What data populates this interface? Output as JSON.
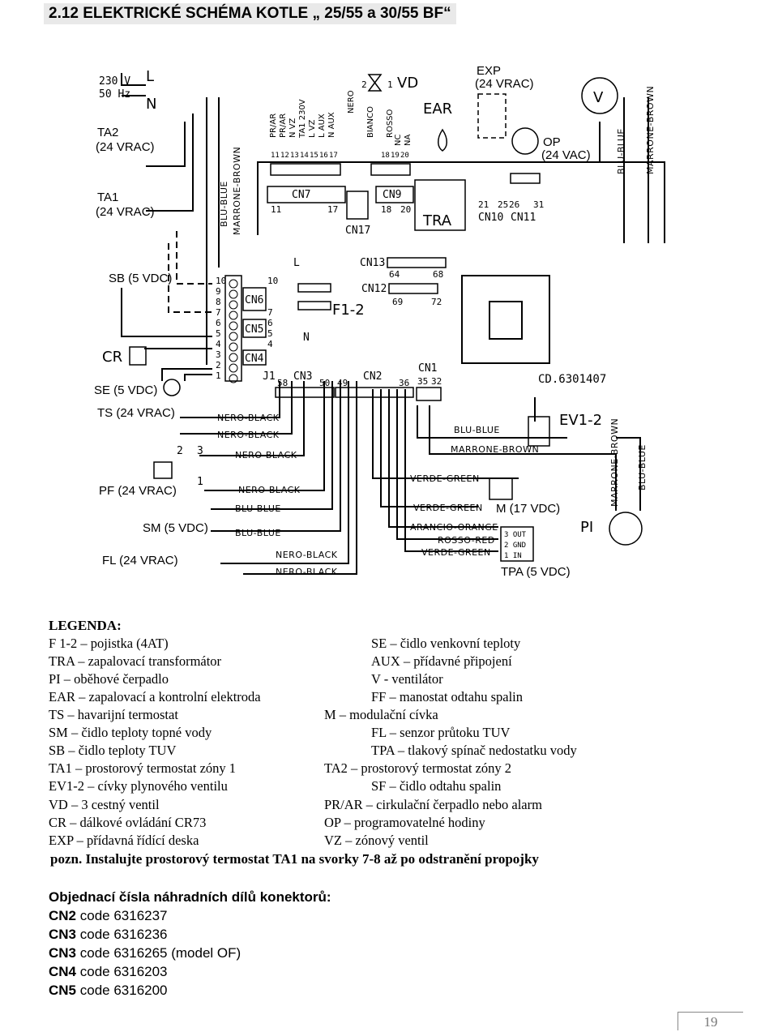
{
  "title": "2.12 ELEKTRICKÉ SCHÉMA KOTLE „ 25/55 a 30/55 BF“",
  "diagram": {
    "power": [
      "230 V",
      "50 Hz"
    ],
    "phase": [
      "L",
      "N"
    ],
    "labels": {
      "ta2": [
        "TA2",
        "(24 VRAC)"
      ],
      "ta1": [
        "TA1",
        "(24 VRAC)"
      ],
      "sb": "SB (5 VDC)",
      "cr": "CR",
      "se": "SE (5 VDC)",
      "ts": "TS (24 VRAC)",
      "pf": "PF (24 VRAC)",
      "sm": "SM (5 VDC)",
      "fl": "FL (24 VRAC)",
      "exp": [
        "EXP",
        "(24 VRAC)"
      ],
      "op": [
        "OP",
        "(24 VAC)"
      ],
      "v": "V",
      "vd": "VD",
      "ear": "EAR",
      "tra": "TRA",
      "ev12": "EV1-2",
      "m": "M (17 VDC)",
      "pi": "PI",
      "tpa": "TPA (5 VDC)",
      "cd": "CD.6301407",
      "f12": "F1-2",
      "l": "L",
      "n": "N"
    },
    "connectors": [
      "CN6",
      "CN5",
      "CN4",
      "J1",
      "CN3",
      "CN2",
      "CN1",
      "CN7",
      "CN9",
      "CN17",
      "CN10",
      "CN11",
      "CN12",
      "CN13"
    ],
    "pins": {
      "cn6_left": [
        "10",
        "9",
        "8",
        "7",
        "6",
        "5",
        "4",
        "3",
        "2",
        "1"
      ],
      "cn6_right": [
        "10",
        "7",
        "6",
        "5",
        "4"
      ],
      "cn3": [
        "58",
        "50"
      ],
      "cn2": [
        "49",
        "36"
      ],
      "cn1": [
        "35",
        "32"
      ],
      "cn7": [
        "11",
        "17"
      ],
      "cn7_top": [
        "11",
        "12",
        "13",
        "14",
        "15",
        "16",
        "17"
      ],
      "cn9": [
        "18",
        "20"
      ],
      "cn9_top": [
        "18",
        "19",
        "20"
      ],
      "cn10": [
        "21",
        "25",
        "26",
        "31"
      ],
      "cn13": [
        "64",
        "68"
      ],
      "cn12": [
        "69",
        "72"
      ],
      "ts": [
        "2",
        "3",
        "1"
      ],
      "vd": [
        "2",
        "1"
      ],
      "tpa": [
        "3 OUT",
        "2 GND",
        "1  IN"
      ]
    },
    "top_terminals": [
      "PR/AR",
      "PR/AR",
      "N VZ",
      "TA1 230V",
      "L VZ",
      "L AUX",
      "N AUX",
      "NERO",
      "BIANCO",
      "ROSSO",
      "NC",
      "NA"
    ],
    "wires": {
      "blu_blue": "BLU-BLUE",
      "marrone_brown": "MARRONE-BROWN",
      "nero_black": "NERO-BLACK",
      "verde_green": "VERDE-GREEN",
      "arancio_orange": "ARANCIO-ORANGE",
      "rosso_red": "ROSSO-RED"
    }
  },
  "legend": {
    "title": "LEGENDA:",
    "left": [
      "F 1-2 – pojistka (4AT)",
      "TRA – zapalovací transformátor",
      "PI – oběhové čerpadlo",
      "EAR – zapalovací a kontrolní elektroda",
      "TS – havarijní termostat",
      "SM – čidlo teploty topné vody",
      "SB – čidlo teploty TUV",
      "TA1 – prostorový termostat zóny 1",
      "EV1-2 – cívky plynového ventilu",
      "VD – 3 cestný ventil",
      "CR – dálkové ovládání CR73",
      "EXP – přídavná řídící deska"
    ],
    "right": [
      "SE – čidlo venkovní teploty",
      "AUX – přídavné připojení",
      "V - ventilátor",
      "FF – manostat odtahu spalin",
      "M – modulační cívka",
      "FL – senzor průtoku TUV",
      "TPA – tlakový spínač nedostatku vody",
      "TA2 – prostorový termostat zóny 2",
      "SF – čidlo odtahu spalin",
      "PR/AR – cirkulační čerpadlo nebo alarm",
      "OP – programovatelné hodiny",
      "VZ – zónový ventil"
    ]
  },
  "note": "pozn. Instalujte prostorový termostat TA1 na svorky 7-8 až po odstranění propojky",
  "parts": {
    "title": "Objednací čísla náhradních dílů konektorů:",
    "items": [
      {
        "code_name": "CN2",
        "text": " code 6316237"
      },
      {
        "code_name": "CN3",
        "text": " code 6316236"
      },
      {
        "code_name": "CN3",
        "text": " code 6316265 (model OF)"
      },
      {
        "code_name": "CN4",
        "text": " code 6316203"
      },
      {
        "code_name": "CN5",
        "text": " code 6316200"
      }
    ]
  },
  "page_number": "19"
}
